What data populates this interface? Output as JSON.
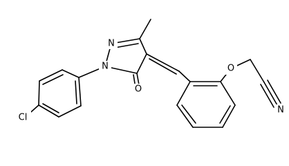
{
  "molecule": {
    "atom_labels": {
      "chlorine": "Cl",
      "n1": "N",
      "n2": "N",
      "carbonyl_oxygen": "O",
      "ether_oxygen": "O",
      "nitrile_nitrogen": "N"
    },
    "colors": {
      "bond": "#000000",
      "label": "#000000",
      "background": "#ffffff"
    }
  }
}
